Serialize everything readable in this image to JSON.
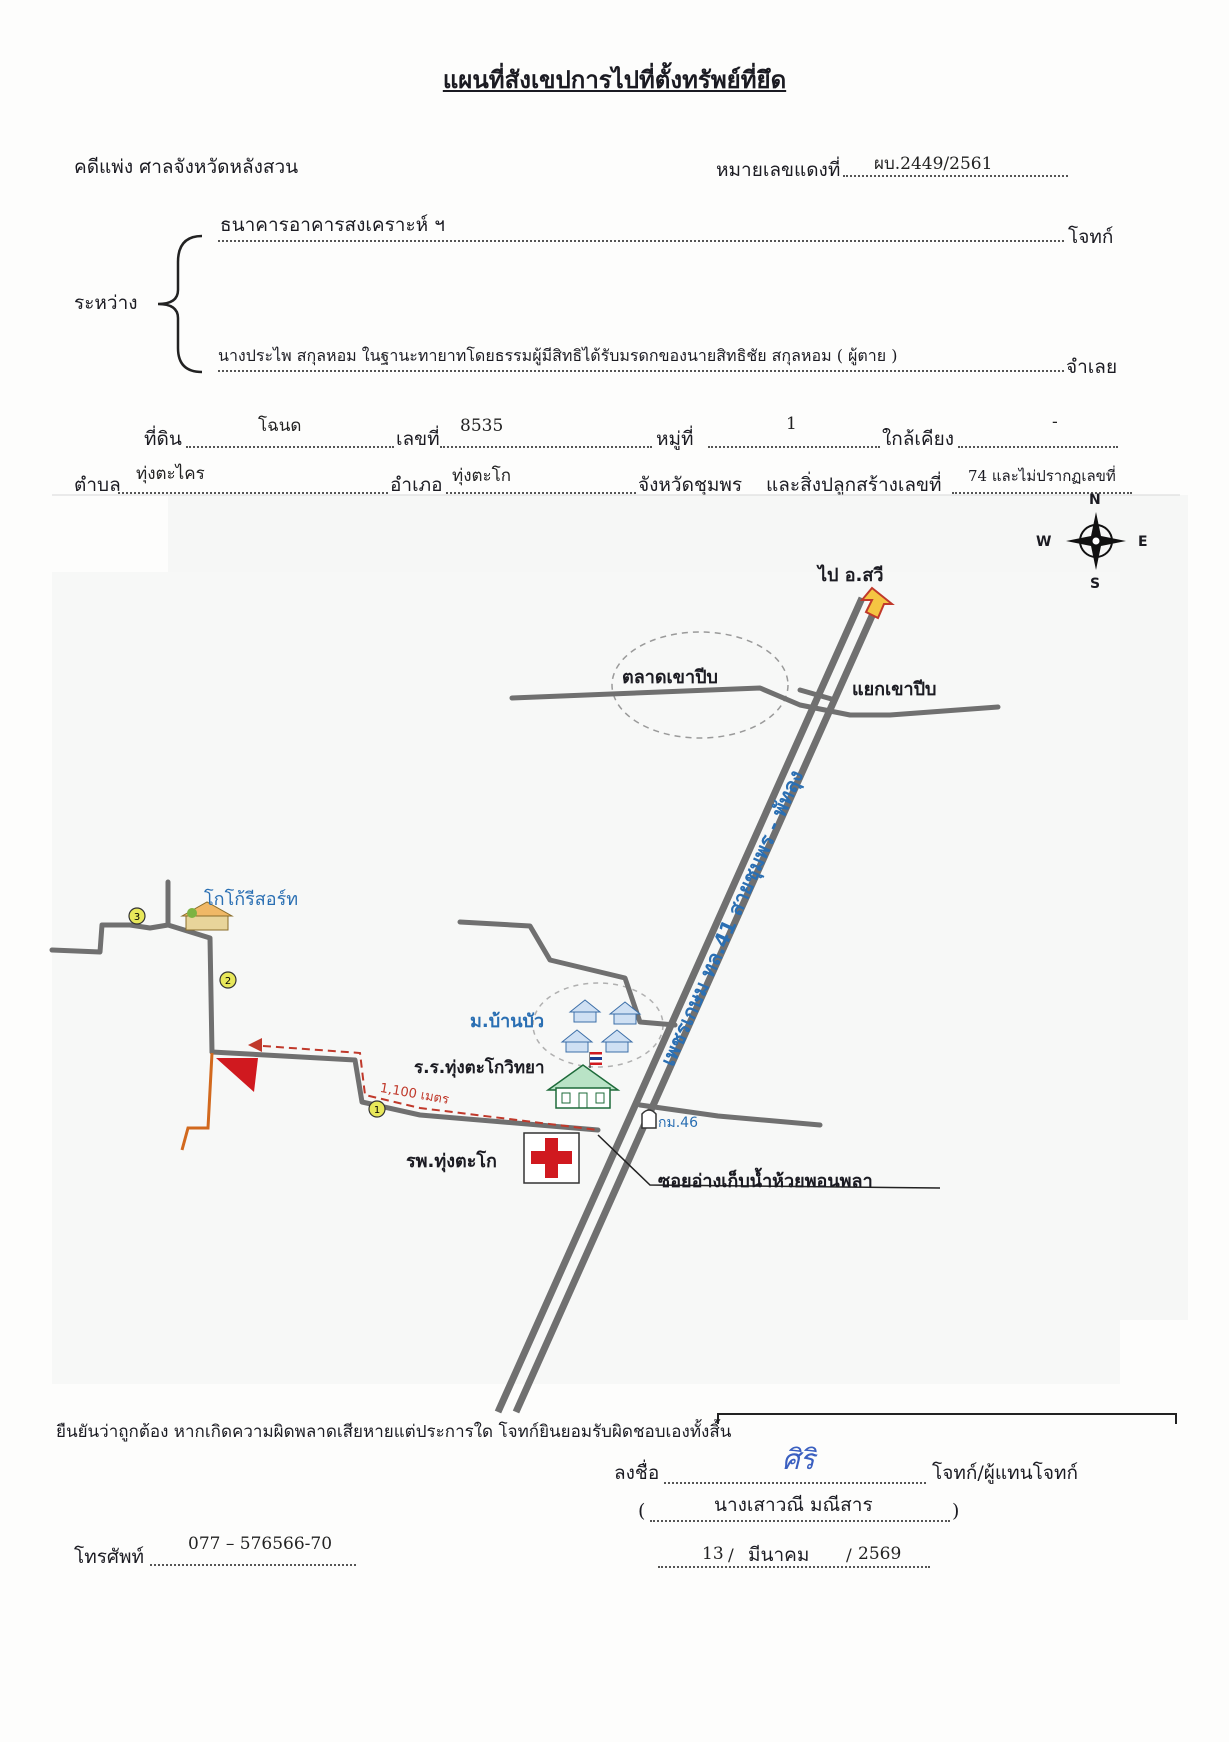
{
  "document": {
    "title": "แผนที่สังเขปการไปที่ตั้งทรัพย์ที่ยึด",
    "case_label": "คดีแพ่ง ศาลจังหวัดหลังสวน",
    "red_number_label": "หมายเลขแดงที่",
    "red_number_value": "ผบ.2449/2561",
    "between_label": "ระหว่าง",
    "plaintiff_name": "ธนาคารอาคารสงเคราะห์ ฯ",
    "plaintiff_label": "โจทก์",
    "defendant_name": "นางประไพ  สกุลหอม  ในฐานะทายาทโดยธรรมผู้มีสิทธิได้รับมรดกของนายสิทธิชัย  สกุลหอม ( ผู้ตาย )",
    "defendant_label": "จำเลย",
    "land_label": "ที่ดิน",
    "land_value": "โฉนด",
    "number_label": "เลขที่",
    "number_value": "8535",
    "moo_label": "หมู่ที่",
    "moo_value": "1",
    "nearby_label": "ใกล้เคียง",
    "nearby_value": "-",
    "tambon_label": "ตำบล",
    "tambon_value": "ทุ่งตะไคร",
    "amphoe_label": "อำเภอ",
    "amphoe_value": "ทุ่งตะโก",
    "province_label": "จังหวัดชุมพร",
    "building_label": "และสิ่งปลูกสร้างเลขที่",
    "building_value": "74 และไม่ปรากฏเลขที่"
  },
  "map": {
    "compass": {
      "n": "N",
      "s": "S",
      "e": "E",
      "w": "W"
    },
    "to_sawi": "ไป อ.สวี",
    "market": "ตลาดเขาปีบ",
    "junction": "แยกเขาปีบ",
    "highway": "เพชรเกษม ทล.41 สายชุมพร - พัทลุง",
    "resort": "โกโก้รีสอร์ท",
    "village": "ม.บ้านบัว",
    "school": "ร.ร.ทุ่งตะโกวิทยา",
    "distance": "1,100 เมตร",
    "km_marker": "กม.46",
    "hospital": "รพ.ทุ่งตะโก",
    "soi": "ซอยอ่างเก็บน้ำห้วยพอนพลา",
    "waypoint_1": "1",
    "waypoint_2": "2",
    "waypoint_3": "3",
    "colors": {
      "road": "#707070",
      "highway_text": "#2a6fb3",
      "label_blue": "#2a6fb3",
      "route_red": "#c0392b",
      "flag_red": "#d0191f",
      "lane_orange": "#d2691e",
      "marker_yellow": "#e8e85a"
    }
  },
  "footer": {
    "certify_text": "ยืนยันว่าถูกต้อง หากเกิดความผิดพลาดเสียหายแต่ประการใด โจทก์ยินยอมรับผิดชอบเองทั้งสิ้น",
    "sign_label": "ลงชื่อ",
    "signature": "ศิริ",
    "signer_role": "โจทก์/ผู้แทนโจทก์",
    "signer_name": "นางเสาวณี  มณีสาร",
    "phone_label": "โทรศัพท์",
    "phone_value": "077 – 576566-70",
    "date_day": "13",
    "date_month": "มีนาคม",
    "date_year": "2569"
  }
}
